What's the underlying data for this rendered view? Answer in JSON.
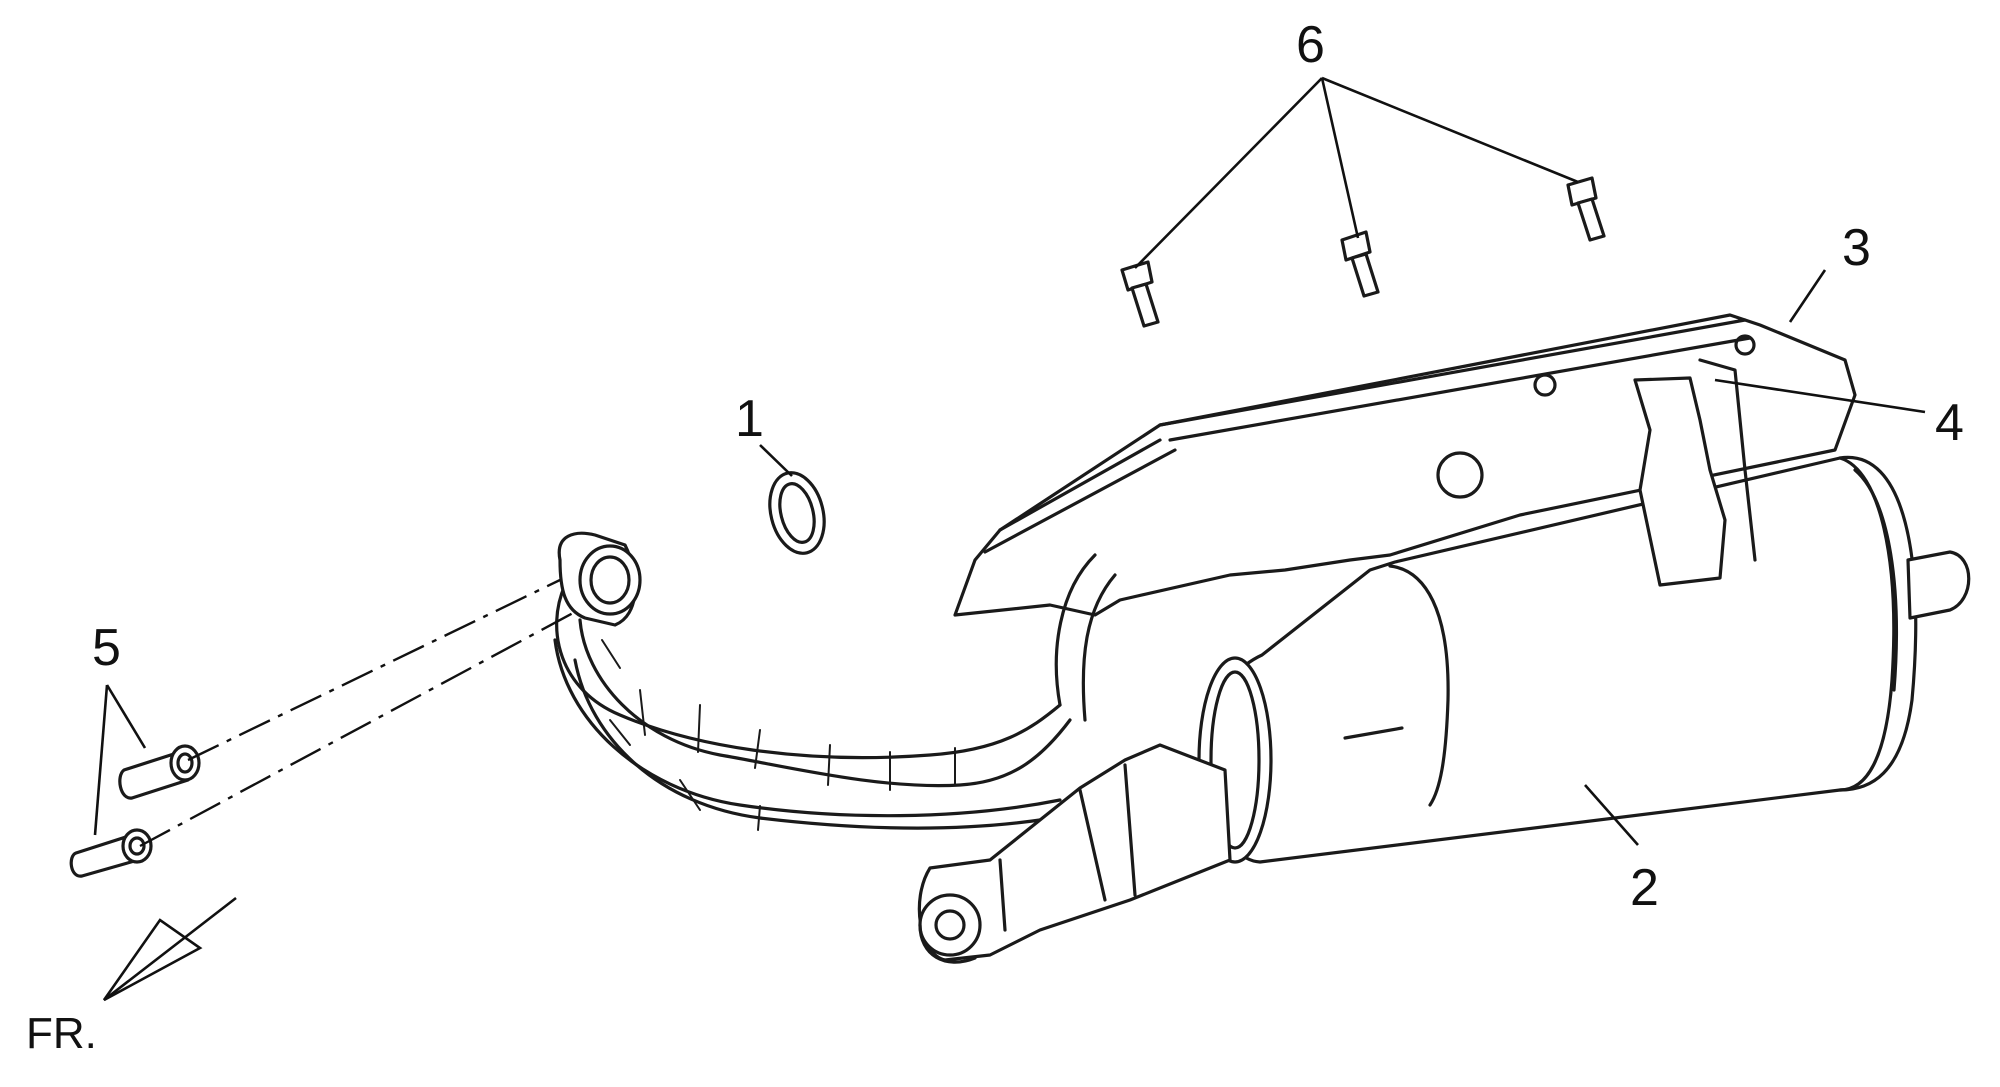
{
  "diagram": {
    "callouts": {
      "c1": "1",
      "c2": "2",
      "c3": "3",
      "c4": "4",
      "c5": "5",
      "c6": "6"
    },
    "direction_label": "FR.",
    "colors": {
      "ink": "#1a1a1a",
      "background": "#ffffff"
    }
  }
}
